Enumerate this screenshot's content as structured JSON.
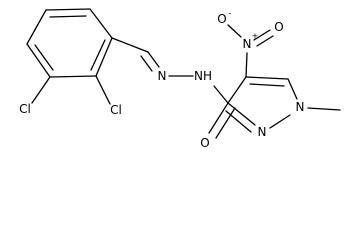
{
  "molecule": {
    "atoms": {
      "cl_upper": "Cl",
      "cl_lower": "Cl",
      "n_imine": "N",
      "nh_hydrazide": "NH",
      "o_carbonyl": "O",
      "n_nitro": "N",
      "n_nitro_charge": "+",
      "o_nitro_top": "O",
      "o_nitro_top_charge": "-",
      "o_nitro_right": "O",
      "n_pyrazole_1": "N",
      "n_pyrazole_2": "N"
    }
  }
}
